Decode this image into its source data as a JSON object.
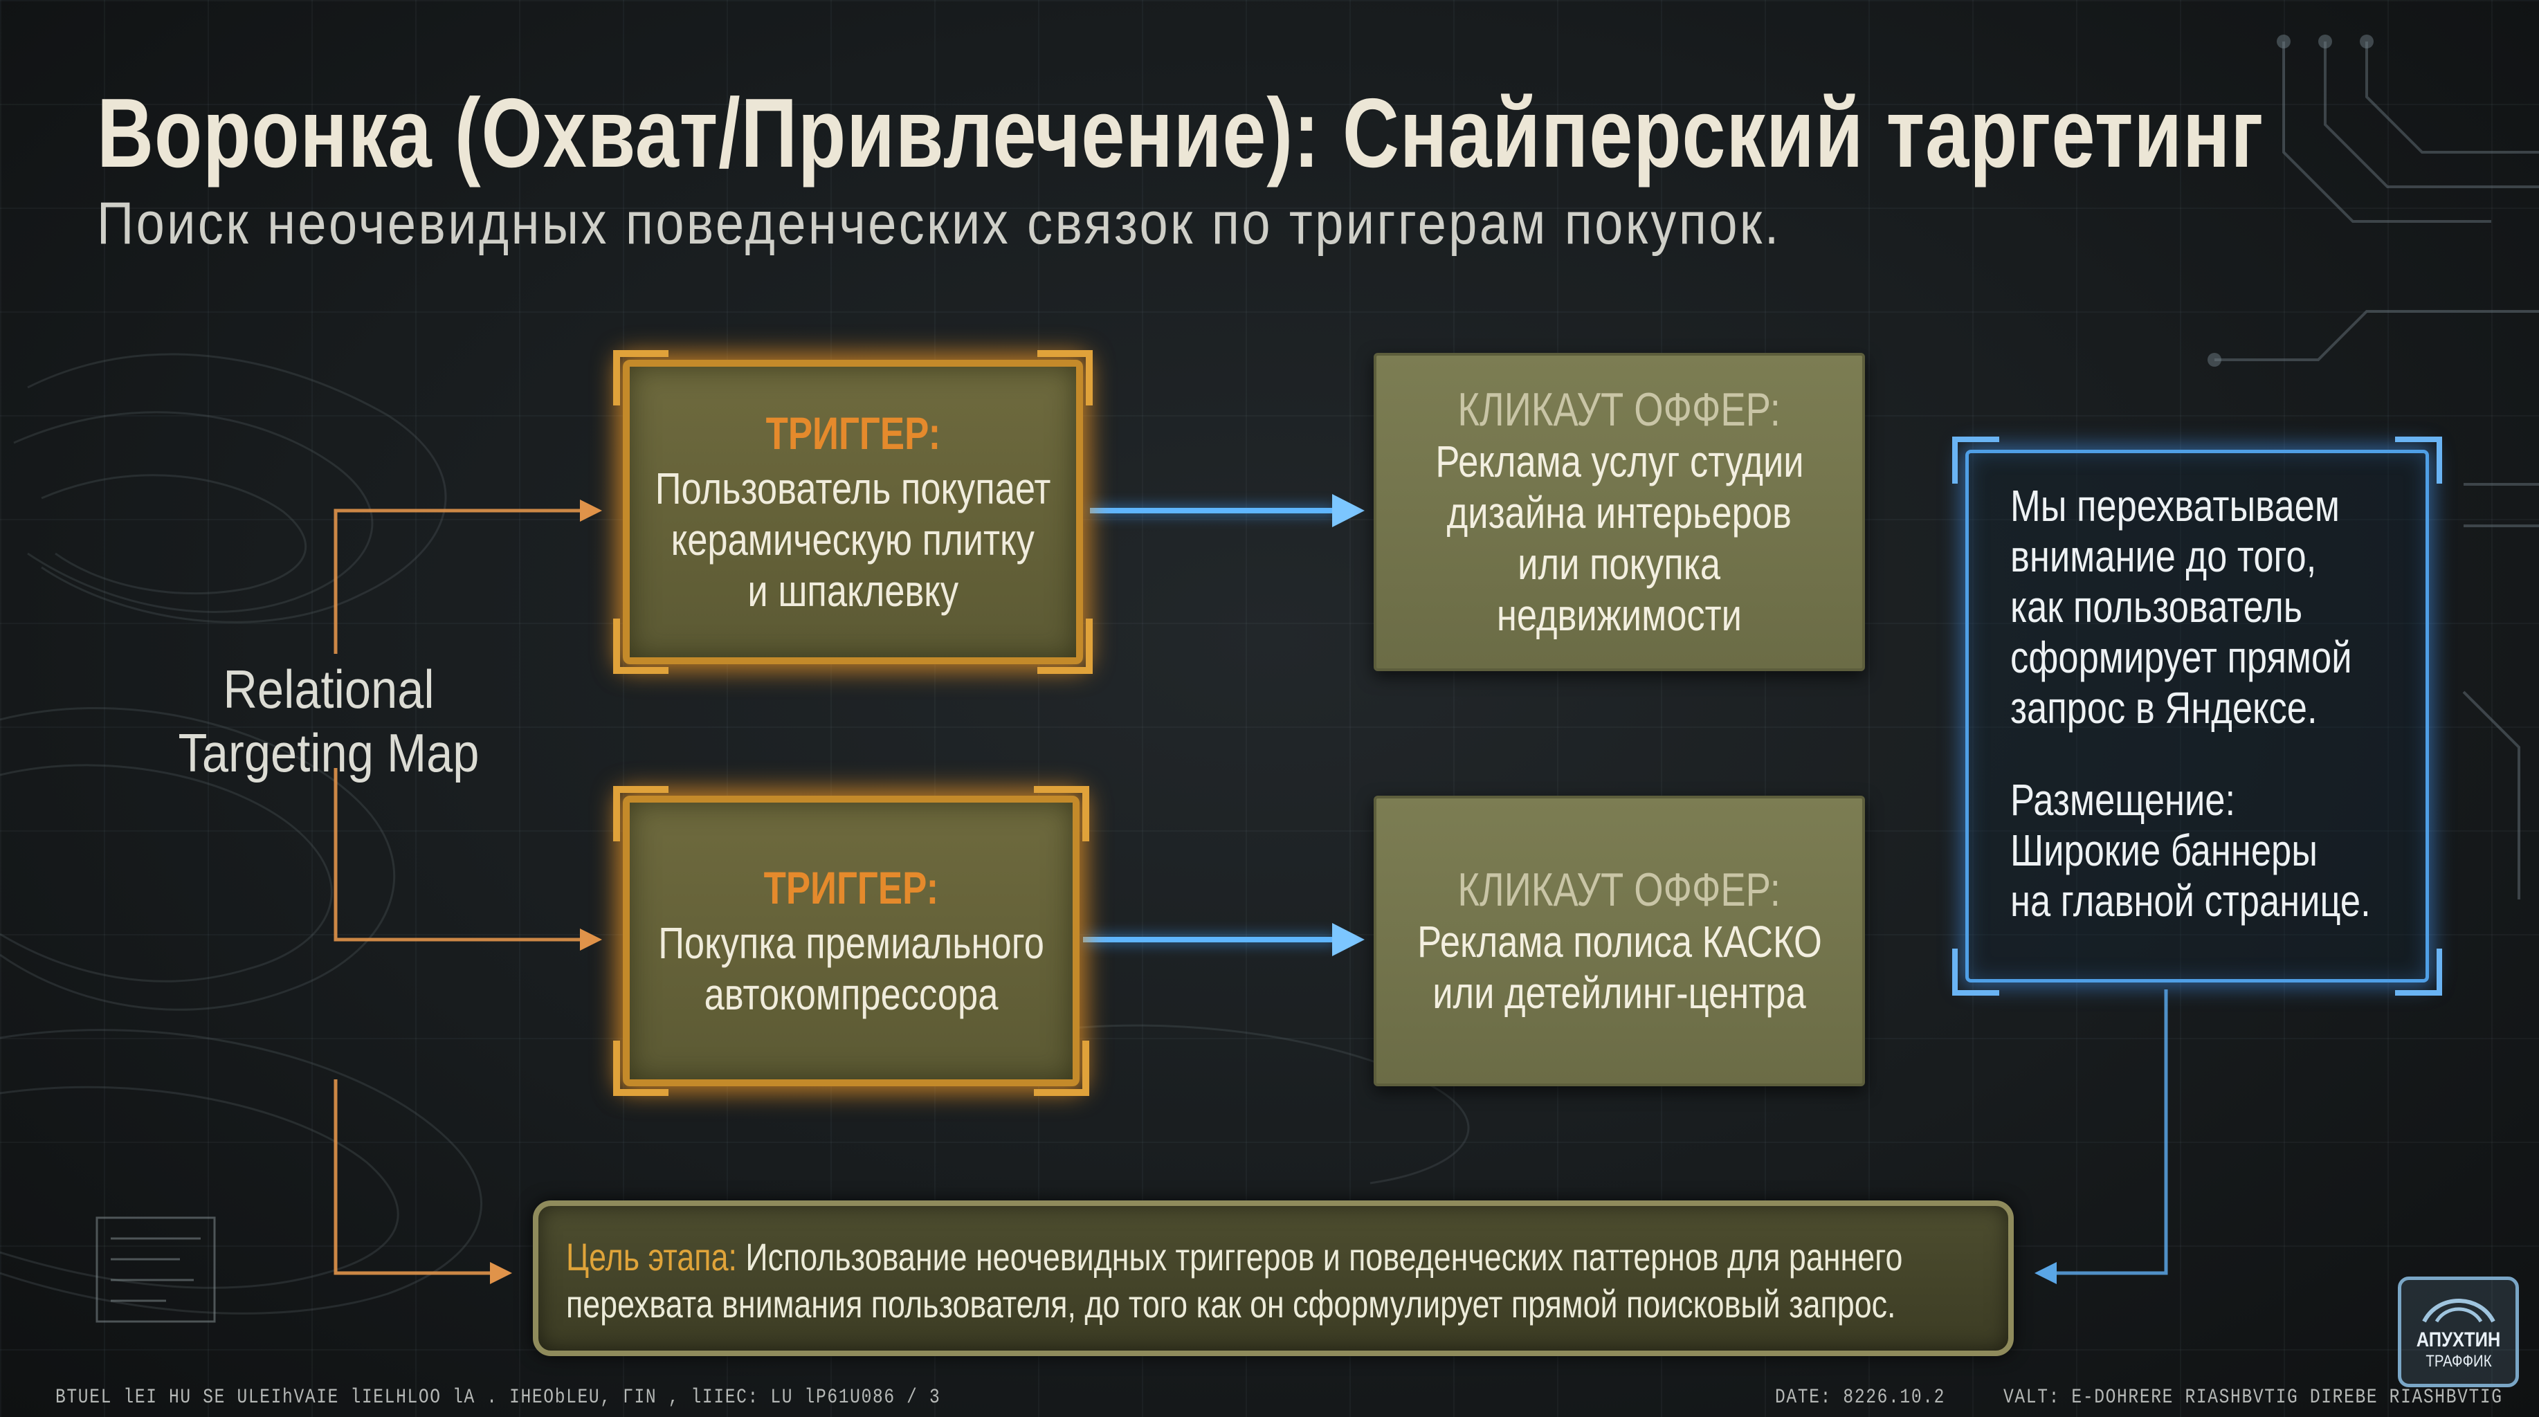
{
  "title": "Воронка (Охват/Привлечение): Снайперский таргетинг",
  "subtitle": "Поиск неочевидных поведенческих связок по триггерам покупок.",
  "map_label": [
    "Relational",
    "Targeting Map"
  ],
  "triggers": [
    {
      "label": "ТРИГГЕР:",
      "lines": [
        "Пользователь покупает",
        "керамическую плитку",
        "и шпаклевку"
      ]
    },
    {
      "label": "ТРИГГЕР:",
      "lines": [
        "Покупка премиального",
        "автокомпрессора"
      ]
    }
  ],
  "offers": [
    {
      "label": "КЛИКАУТ ОФФЕР:",
      "lines": [
        "Реклама услуг студии",
        "дизайна интерьеров",
        "или покупка",
        "недвижимости"
      ]
    },
    {
      "label": "КЛИКАУТ ОФФЕР:",
      "lines": [
        "Реклама полиса КАСКО",
        "или детейлинг-центра"
      ]
    }
  ],
  "info_panel": {
    "paragraph1": [
      "Мы перехватываем",
      "внимание до того,",
      "как пользователь",
      "сформирует прямой",
      "запрос в Яндексе."
    ],
    "paragraph2": [
      "Размещение:",
      "Широкие баннеры",
      "на главной странице."
    ]
  },
  "goal": {
    "label": "Цель этапа:",
    "line1": "Использование неочевидных триггеров и поведенческих паттернов для раннего",
    "line2": "перехвата внимания пользователя, до того как он сформулирует прямой поисковый запрос."
  },
  "footer": {
    "left": "BTUEL lEI HU SE ULEIhVAIE lIELHLOO lA . IHEObLEU, ГIN , lIIEC: LU lP61U086 / 3",
    "date": "DATE: 8226.10.2",
    "right": "VALT: E-DOHRERE RIASHBVTIG DIREBE RIASHBVTIG"
  },
  "logo": {
    "line1": "АПУХТИН",
    "line2": "ТРАФФИК"
  },
  "colors": {
    "trigger_glow": "#e89a2e",
    "trigger_label": "#e58a2c",
    "offer_box": "#747550",
    "info_border": "#4f9fe6",
    "arrow_blue": "#5fb6ff",
    "connector_orange": "#e0934a"
  }
}
